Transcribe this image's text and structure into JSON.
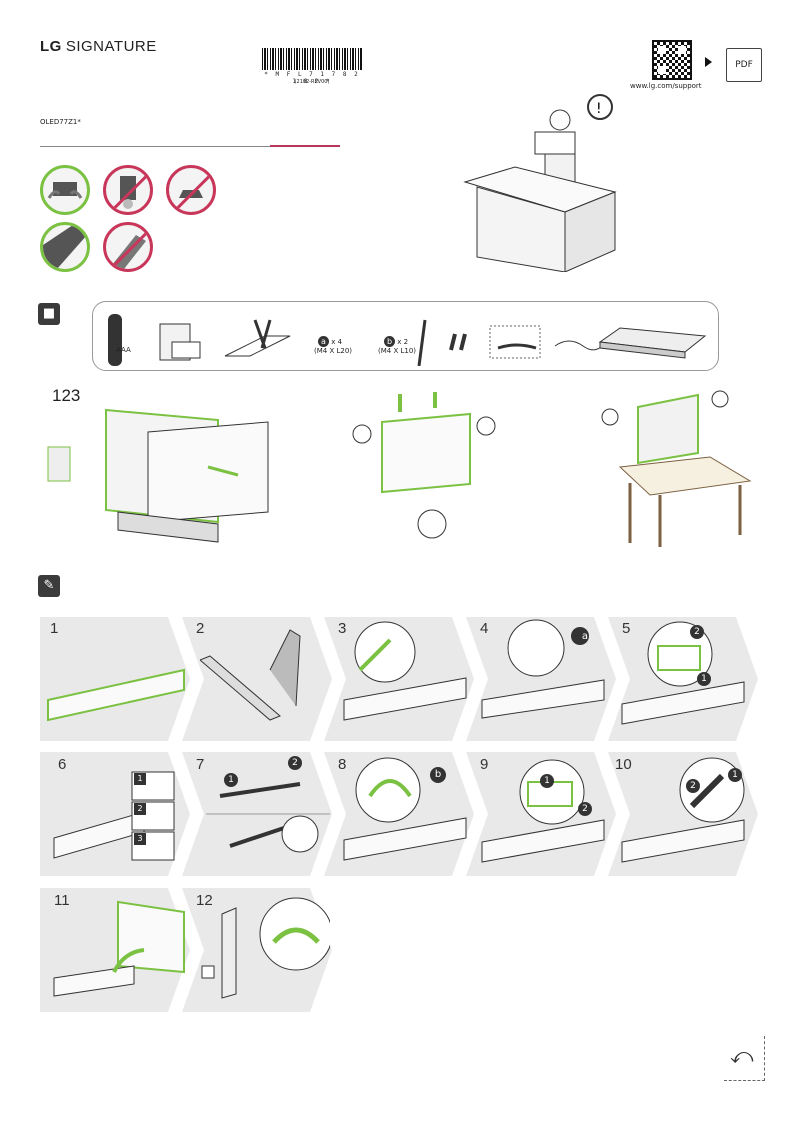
{
  "header": {
    "brand_bold": "LG",
    "brand_rest": "SIGNATURE",
    "barcode_text": "* M F L 7 1 7 8 2 1 0 2 *",
    "barcode_rev": "(2102-REV00)",
    "model": "OLED77Z1*",
    "support_url": "www.lg.com/support",
    "pdf_label": "PDF",
    "warning_symbol": "!"
  },
  "colors": {
    "ok": "#7bc142",
    "prohibited": "#c8375a",
    "accent": "#b8375a"
  },
  "accessories": {
    "remote_battery": "AAA",
    "screw_a": {
      "letter": "a",
      "count": "x 4",
      "size": "(M4 X L20)"
    },
    "screw_b": {
      "letter": "b",
      "count": "x 2",
      "size": "(M4 X L10)"
    }
  },
  "section_label": "123",
  "steps": [
    "1",
    "2",
    "3",
    "4",
    "5",
    "6",
    "7",
    "8",
    "9",
    "10",
    "11",
    "12"
  ],
  "callouts": {
    "a": "a",
    "b": "b",
    "one": "1",
    "two": "2",
    "three": "3"
  }
}
